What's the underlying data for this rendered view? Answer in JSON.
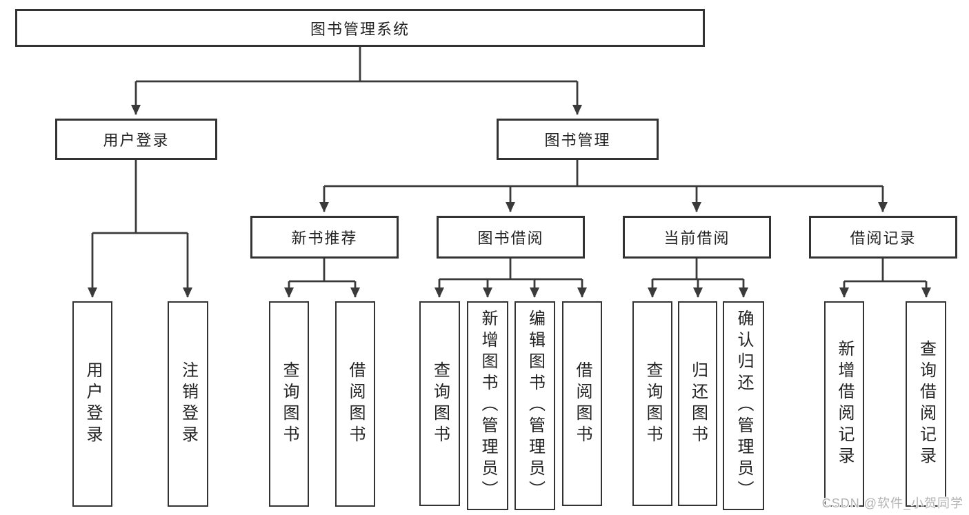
{
  "diagram": {
    "type": "hierarchy-tree",
    "background_color": "#ffffff",
    "line_color": "#3a3a3a",
    "box_border_color": "#333333",
    "text_color": "#222222",
    "root": {
      "label": "图书管理系统"
    },
    "level1": [
      {
        "label": "用户登录"
      },
      {
        "label": "图书管理"
      }
    ],
    "level2": [
      {
        "label": "新书推荐"
      },
      {
        "label": "图书借阅"
      },
      {
        "label": "当前借阅"
      },
      {
        "label": "借阅记录"
      }
    ],
    "leaves": {
      "login": [
        "用户登录",
        "注销登录"
      ],
      "recommend": [
        "查询图书",
        "借阅图书"
      ],
      "borrow": [
        "查询图书",
        "新增图书（管理员）",
        "编辑图书（管理员）",
        "借阅图书"
      ],
      "current": [
        "查询图书",
        "归还图书",
        "确认归还（管理员）"
      ],
      "records": [
        "新增借阅记录",
        "查询借阅记录"
      ]
    },
    "watermark": {
      "text": "CSDN @软件_小贺同学",
      "color": "#b3b3b3"
    }
  }
}
